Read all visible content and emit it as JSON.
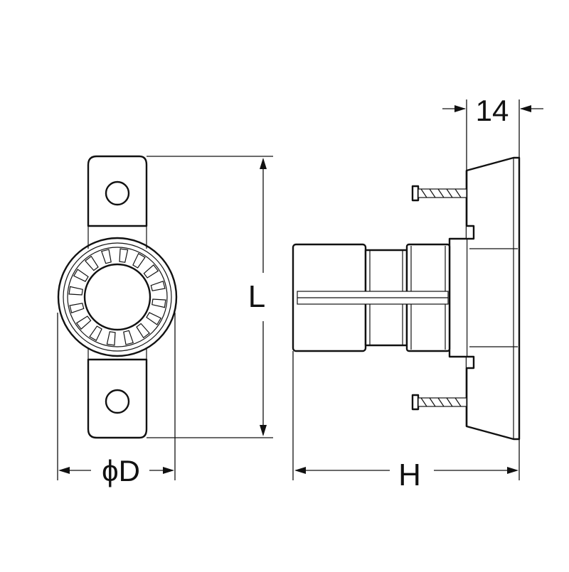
{
  "dimensions": {
    "diameter_label": "ϕD",
    "length_label": "L",
    "height_label": "H",
    "flange_width_label": "14"
  }
}
